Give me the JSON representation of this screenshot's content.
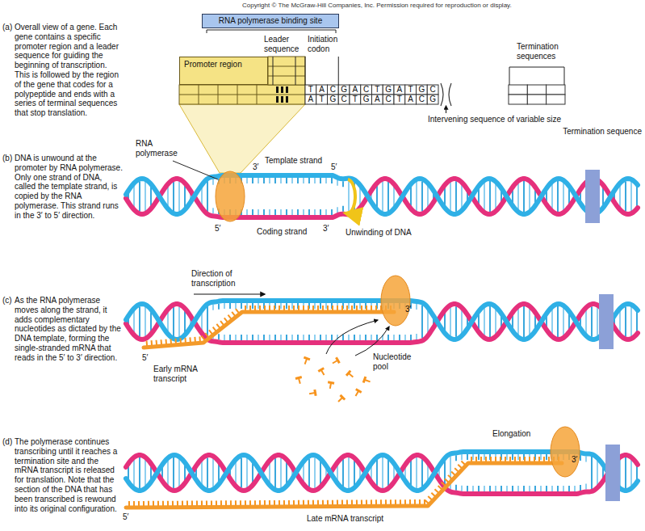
{
  "diagram": {
    "nodes": [
      {
        "text": [
          "RNA polymerase binding site"
        ]
      },
      {
        "text": [
          "Promoter region"
        ]
      }
    ],
    "labels": [
      "Copyright © The McGraw-Hill Companies, Inc. Permission required for reproduction or display.",
      "(a)",
      "Overall view of a gene. Each gene contains a specific promoter region and a leader sequence for guiding the beginning of transcription. This is followed by the region of the gene that codes for a polypeptide and ends with a series of terminal sequences that stop translation.",
      "Leader sequence",
      "Initiation codon",
      "Termination sequences",
      "T",
      "A",
      "C",
      "G",
      "A",
      "C",
      "T",
      "G",
      "A",
      "T",
      "G",
      "C",
      "A",
      "T",
      "G",
      "C",
      "T",
      "G",
      "A",
      "C",
      "T",
      "A",
      "C",
      "G",
      "Intervening sequence of variable size",
      "(b)",
      "DNA is unwound at the promoter by RNA polymerase. Only one strand of DNA, called the template strand, is copied by the RNA polymerase. This strand runs in the 3′ to 5′ direction.",
      "RNA polymerase",
      "Template strand",
      "3′",
      "5′",
      "5′",
      "Coding strand",
      "3′",
      "Unwinding of DNA",
      "Termination sequence",
      "(c)",
      "As the RNA polymerase moves along the strand, it adds complementary nucleotides as dictated by the DNA template, forming the single-stranded mRNA that reads in the 5′ to 3′ direction.",
      "Direction of transcription",
      "3′",
      "Nucleotide pool",
      "5′",
      "Early mRNA transcript",
      "(d)",
      "The polymerase continues transcribing until it reaches a termination site and the mRNA transcript is released for translation. Note that the section of the DNA that has been transcribed is rewound into its original configuration.",
      "Elongation",
      "3′",
      "5′",
      "Late mRNA transcript"
    ]
  }
}
